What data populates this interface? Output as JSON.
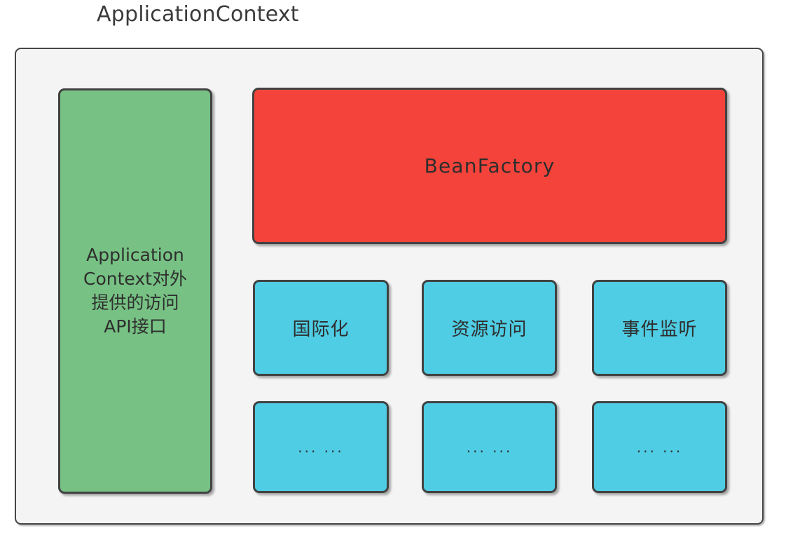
{
  "diagram": {
    "title": "ApplicationContext",
    "colors": {
      "container_bg": "#f4f4f4",
      "container_border": "#464646",
      "green": "#76c183",
      "red": "#f4433a",
      "blue": "#4fcde4",
      "node_border": "#424242",
      "text": "#2e2e2e",
      "page_bg": "#ffffff"
    },
    "nodes": {
      "api_column": {
        "label": "ApplicationContext对外提供的访问API接口",
        "lines": [
          "Application",
          "Context对外",
          "提供的访问",
          "API接口"
        ],
        "color": "#76c183"
      },
      "bean_factory": {
        "label": "BeanFactory",
        "color": "#f4433a"
      },
      "features": [
        {
          "label": "国际化",
          "color": "#4fcde4"
        },
        {
          "label": "资源访问",
          "color": "#4fcde4"
        },
        {
          "label": "事件监听",
          "color": "#4fcde4"
        }
      ],
      "more": [
        {
          "label": "... ...",
          "color": "#4fcde4"
        },
        {
          "label": "... ...",
          "color": "#4fcde4"
        },
        {
          "label": "... ...",
          "color": "#4fcde4"
        }
      ]
    }
  }
}
